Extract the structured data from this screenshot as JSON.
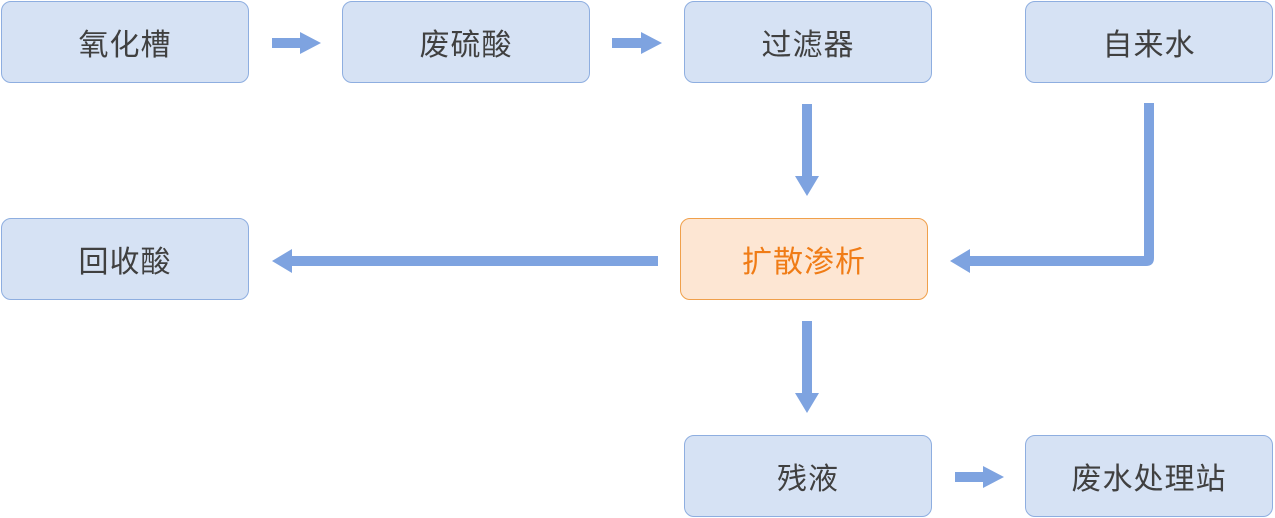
{
  "nodes": {
    "oxidation_tank": "氧化槽",
    "waste_sulfuric_acid": "废硫酸",
    "filter": "过滤器",
    "tap_water": "自来水",
    "recovered_acid": "回收酸",
    "diffusion_dialysis": "扩散渗析",
    "residual_liquid": "残液",
    "wastewater_plant": "废水处理站"
  },
  "colors": {
    "node_fill": "#d6e2f4",
    "node_border": "#8eaee0",
    "highlight_fill": "#fde6d3",
    "highlight_border": "#f0a04b",
    "highlight_text": "#f07c16",
    "arrow": "#7ea3e0"
  },
  "edges": [
    {
      "from": "oxidation_tank",
      "to": "waste_sulfuric_acid"
    },
    {
      "from": "waste_sulfuric_acid",
      "to": "filter"
    },
    {
      "from": "filter",
      "to": "diffusion_dialysis"
    },
    {
      "from": "tap_water",
      "to": "diffusion_dialysis"
    },
    {
      "from": "diffusion_dialysis",
      "to": "recovered_acid"
    },
    {
      "from": "diffusion_dialysis",
      "to": "residual_liquid"
    },
    {
      "from": "residual_liquid",
      "to": "wastewater_plant"
    }
  ]
}
